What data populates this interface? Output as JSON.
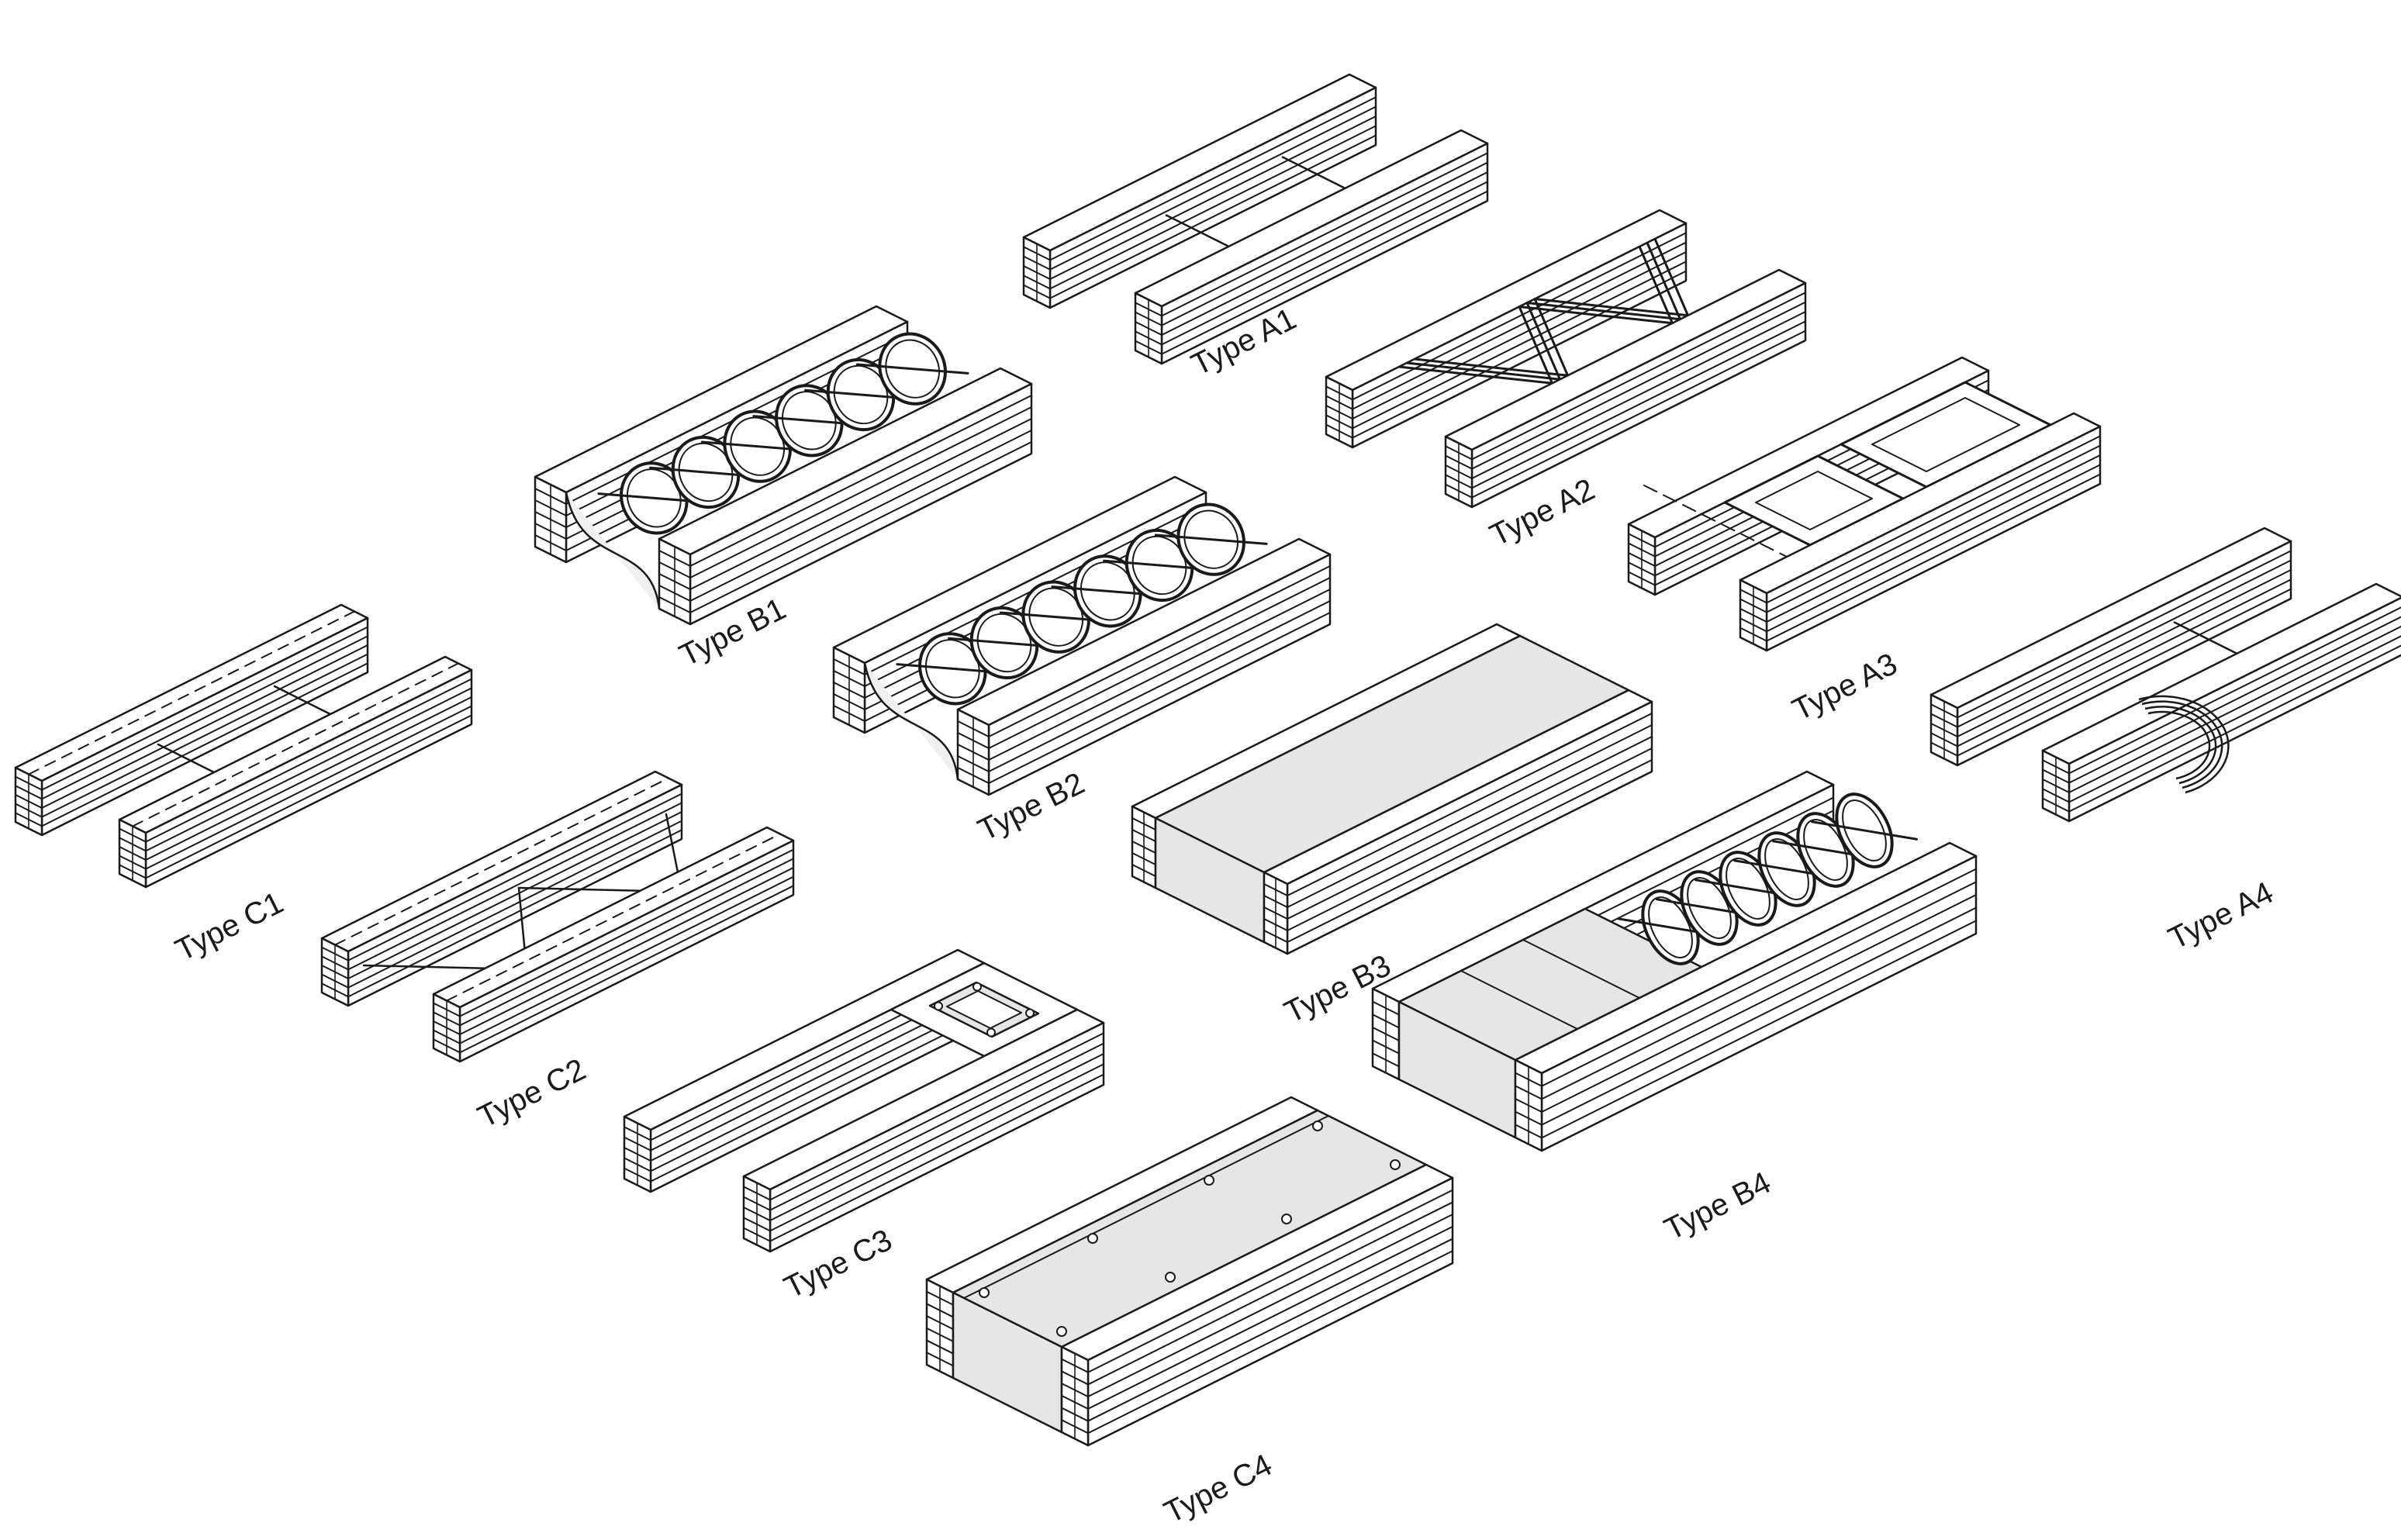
{
  "components": [
    {
      "id": "A1",
      "label": "Type A1",
      "variant": "ladder"
    },
    {
      "id": "A2",
      "label": "Type A2",
      "variant": "zigzag"
    },
    {
      "id": "A3",
      "label": "Type A3",
      "variant": "boxes"
    },
    {
      "id": "A4",
      "label": "Type A4",
      "variant": "rounded-end"
    },
    {
      "id": "B1",
      "label": "Type B1",
      "variant": "insulation"
    },
    {
      "id": "B2",
      "label": "Type B2",
      "variant": "insulation"
    },
    {
      "id": "B3",
      "label": "Type B3",
      "variant": "solid-fill"
    },
    {
      "id": "B4",
      "label": "Type B4",
      "variant": "fill-and-insulation"
    },
    {
      "id": "C1",
      "label": "Type C1",
      "variant": "ladder-dashed"
    },
    {
      "id": "C2",
      "label": "Type C2",
      "variant": "cross-braced"
    },
    {
      "id": "C3",
      "label": "Type C3",
      "variant": "end-plate"
    },
    {
      "id": "C4",
      "label": "Type C4",
      "variant": "panel-cover"
    }
  ],
  "colors": {
    "line": "#1a1a1a",
    "panel": "#e6e6e6",
    "paper": "#ffffff"
  }
}
